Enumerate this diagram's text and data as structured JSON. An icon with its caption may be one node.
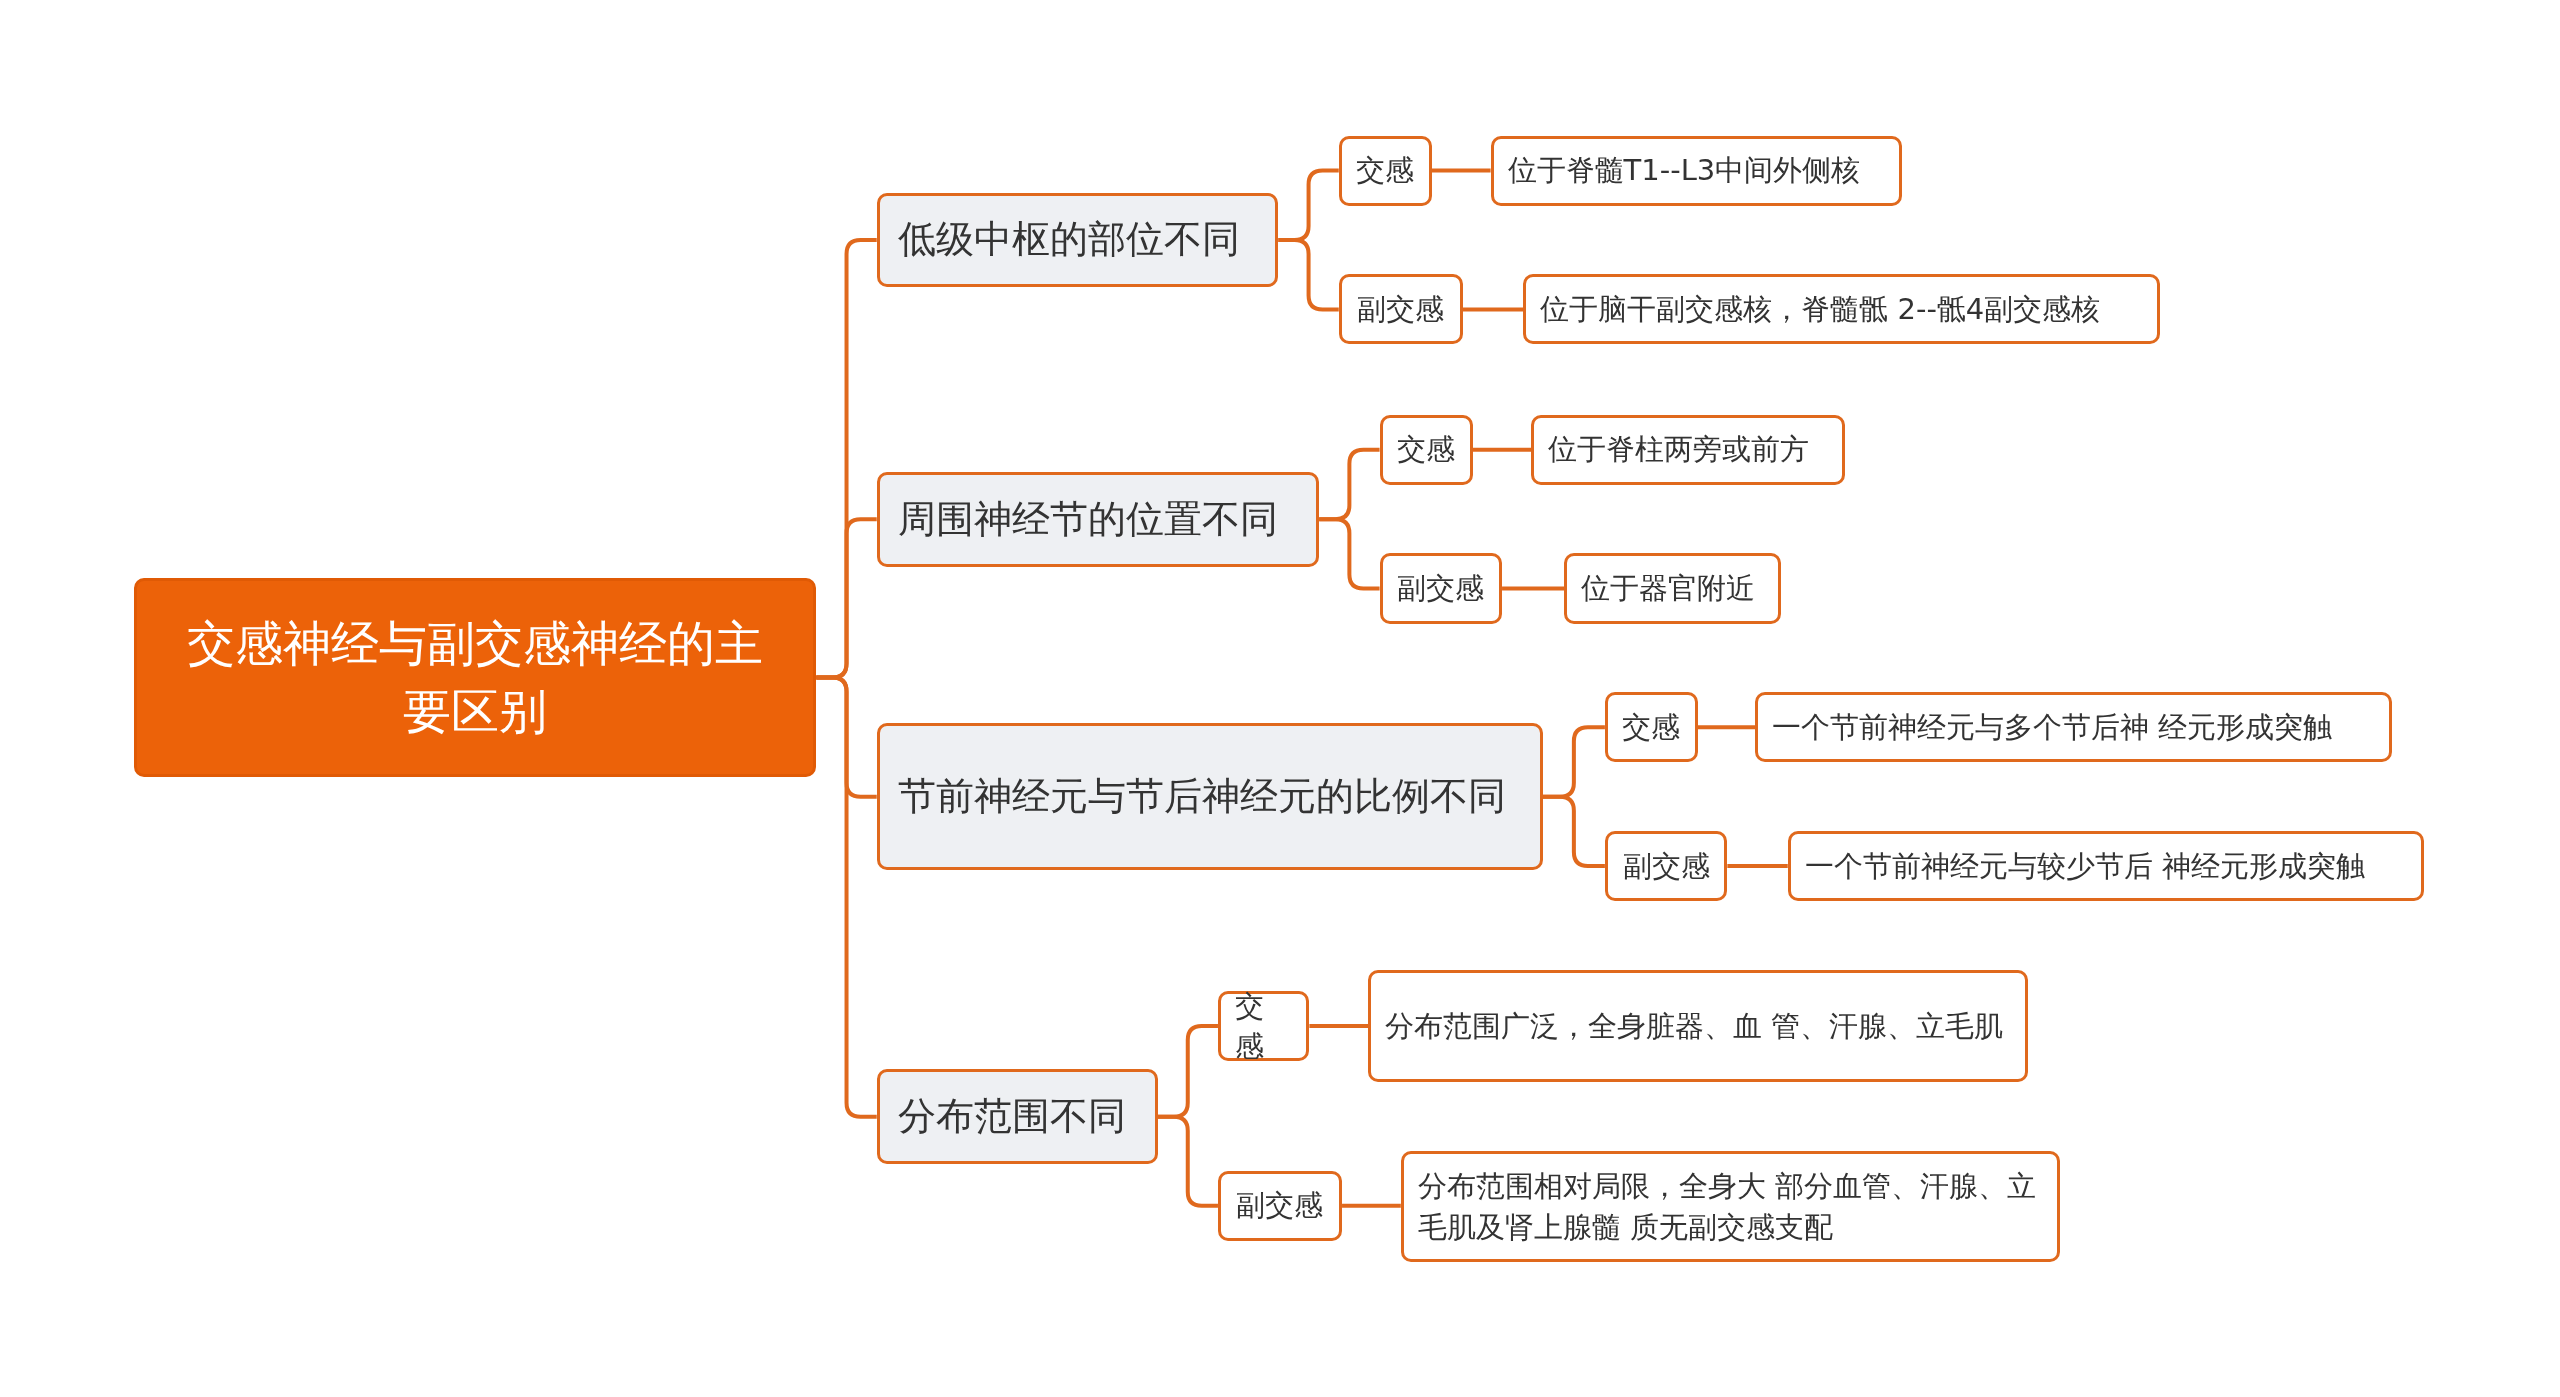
{
  "diagram": {
    "nodes": [
      {
        "text": [
          "交感神经与副交感神经的主要区别"
        ]
      },
      {
        "text": [
          "低级中枢的部位不同"
        ]
      },
      {
        "text": [
          "交感"
        ]
      },
      {
        "text": [
          "位于脊髓T1--L3中间外侧核"
        ]
      },
      {
        "text": [
          "副交感"
        ]
      },
      {
        "text": [
          "位于脑干副交感核，脊髓骶 2--骶4副交感核"
        ]
      },
      {
        "text": [
          "周围神经节的位置不同"
        ]
      },
      {
        "text": [
          "交感"
        ]
      },
      {
        "text": [
          "位于脊柱两旁或前方"
        ]
      },
      {
        "text": [
          "副交感"
        ]
      },
      {
        "text": [
          "位于器官附近"
        ]
      },
      {
        "text": [
          "节前神经元与节后神经元的比例不同"
        ]
      },
      {
        "text": [
          "交感"
        ]
      },
      {
        "text": [
          "一个节前神经元与多个节后神 经元形成突触"
        ]
      },
      {
        "text": [
          "副交感"
        ]
      },
      {
        "text": [
          "一个节前神经元与较少节后 神经元形成突触"
        ]
      },
      {
        "text": [
          "分布范围不同"
        ]
      },
      {
        "text": [
          "交感"
        ]
      },
      {
        "text": [
          "分布范围广泛，全身脏器、血 管、汗腺、立毛肌"
        ]
      },
      {
        "text": [
          "副交感"
        ]
      },
      {
        "text": [
          "分布范围相对局限，全身大 部分血管、汗腺、立毛肌及肾上腺髓 质无副交感支配"
        ]
      }
    ],
    "edges": [
      {
        "from": 0,
        "to": 1,
        "arrow": "none"
      },
      {
        "from": 0,
        "to": 6,
        "arrow": "none"
      },
      {
        "from": 0,
        "to": 11,
        "arrow": "none"
      },
      {
        "from": 0,
        "to": 16,
        "arrow": "none"
      },
      {
        "from": 1,
        "to": 2,
        "arrow": "none"
      },
      {
        "from": 2,
        "to": 3,
        "arrow": "none"
      },
      {
        "from": 1,
        "to": 4,
        "arrow": "none"
      },
      {
        "from": 4,
        "to": 5,
        "arrow": "none"
      },
      {
        "from": 6,
        "to": 7,
        "arrow": "none"
      },
      {
        "from": 7,
        "to": 8,
        "arrow": "none"
      },
      {
        "from": 6,
        "to": 9,
        "arrow": "none"
      },
      {
        "from": 9,
        "to": 10,
        "arrow": "none"
      },
      {
        "from": 11,
        "to": 12,
        "arrow": "none"
      },
      {
        "from": 12,
        "to": 13,
        "arrow": "none"
      },
      {
        "from": 11,
        "to": 14,
        "arrow": "none"
      },
      {
        "from": 14,
        "to": 15,
        "arrow": "none"
      },
      {
        "from": 16,
        "to": 17,
        "arrow": "none"
      },
      {
        "from": 17,
        "to": 18,
        "arrow": "none"
      },
      {
        "from": 16,
        "to": 19,
        "arrow": "none"
      },
      {
        "from": 19,
        "to": 20,
        "arrow": "none"
      }
    ]
  }
}
